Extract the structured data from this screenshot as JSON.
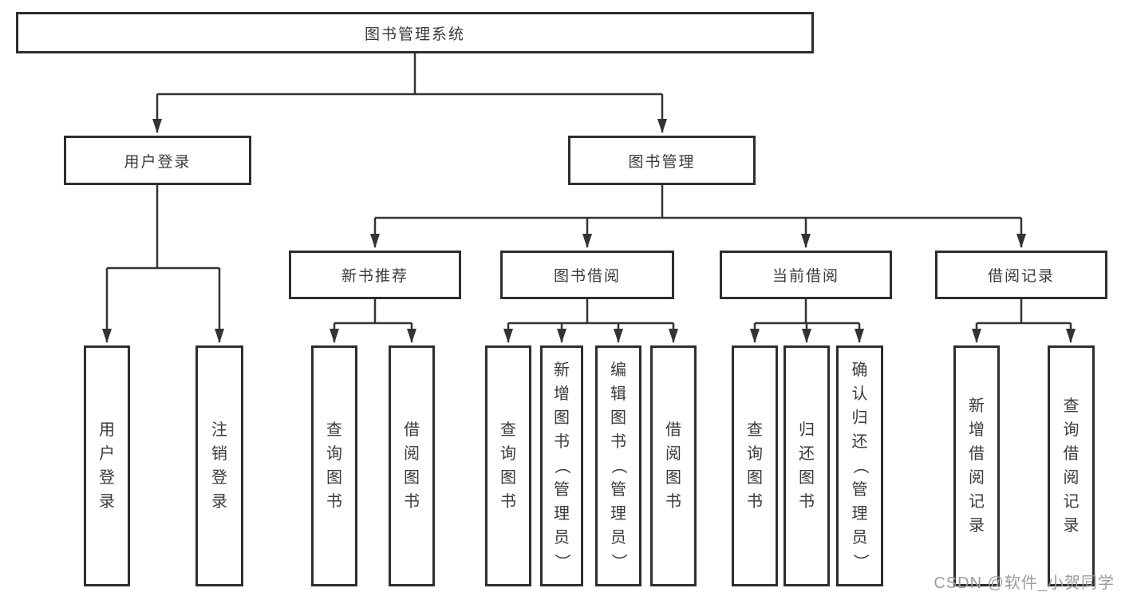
{
  "tree": {
    "label": "图书管理系统",
    "children": [
      {
        "label": "用户登录",
        "children": [
          {
            "label": "用户登录"
          },
          {
            "label": "注销登录"
          }
        ]
      },
      {
        "label": "图书管理",
        "children": [
          {
            "label": "新书推荐",
            "children": [
              {
                "label": "查询图书"
              },
              {
                "label": "借阅图书"
              }
            ]
          },
          {
            "label": "图书借阅",
            "children": [
              {
                "label": "查询图书"
              },
              {
                "label": "新增图书（管理员）"
              },
              {
                "label": "编辑图书（管理员）"
              },
              {
                "label": "借阅图书"
              }
            ]
          },
          {
            "label": "当前借阅",
            "children": [
              {
                "label": "查询图书"
              },
              {
                "label": "归还图书"
              },
              {
                "label": "确认归还（管理员）"
              }
            ]
          },
          {
            "label": "借阅记录",
            "children": [
              {
                "label": "新增借阅记录"
              },
              {
                "label": "查询借阅记录"
              }
            ]
          }
        ]
      }
    ]
  },
  "watermark": {
    "text": "CSDN @软件_小贺同学"
  },
  "colors": {
    "line": "#333333",
    "box_border": "#2e2e2e",
    "text": "#3a3a3a",
    "watermark": "#9c9c9c",
    "background": "#ffffff"
  }
}
